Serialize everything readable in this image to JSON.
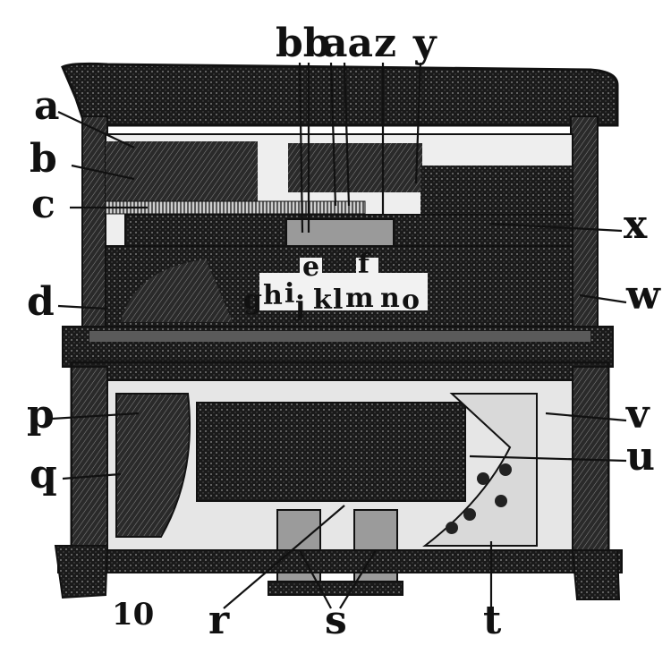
{
  "labels": {
    "a": "a",
    "b": "b",
    "c": "c",
    "d": "d",
    "p": "p",
    "q": "q",
    "r": "r",
    "s": "s",
    "t": "t",
    "u": "u",
    "v": "v",
    "w": "w",
    "x": "x",
    "y": "y",
    "z": "z",
    "aa": "aa",
    "bb": "bb",
    "e": "e",
    "f": "f",
    "g": "g",
    "h": "h",
    "i": "i",
    "j": "j",
    "k": "k",
    "l": "l",
    "m": "m",
    "n": "n",
    "o": "o"
  },
  "figure_number": "10",
  "colors": {
    "ink": "#111111",
    "paper": "#ffffff",
    "mid": "#3a3a3a"
  }
}
